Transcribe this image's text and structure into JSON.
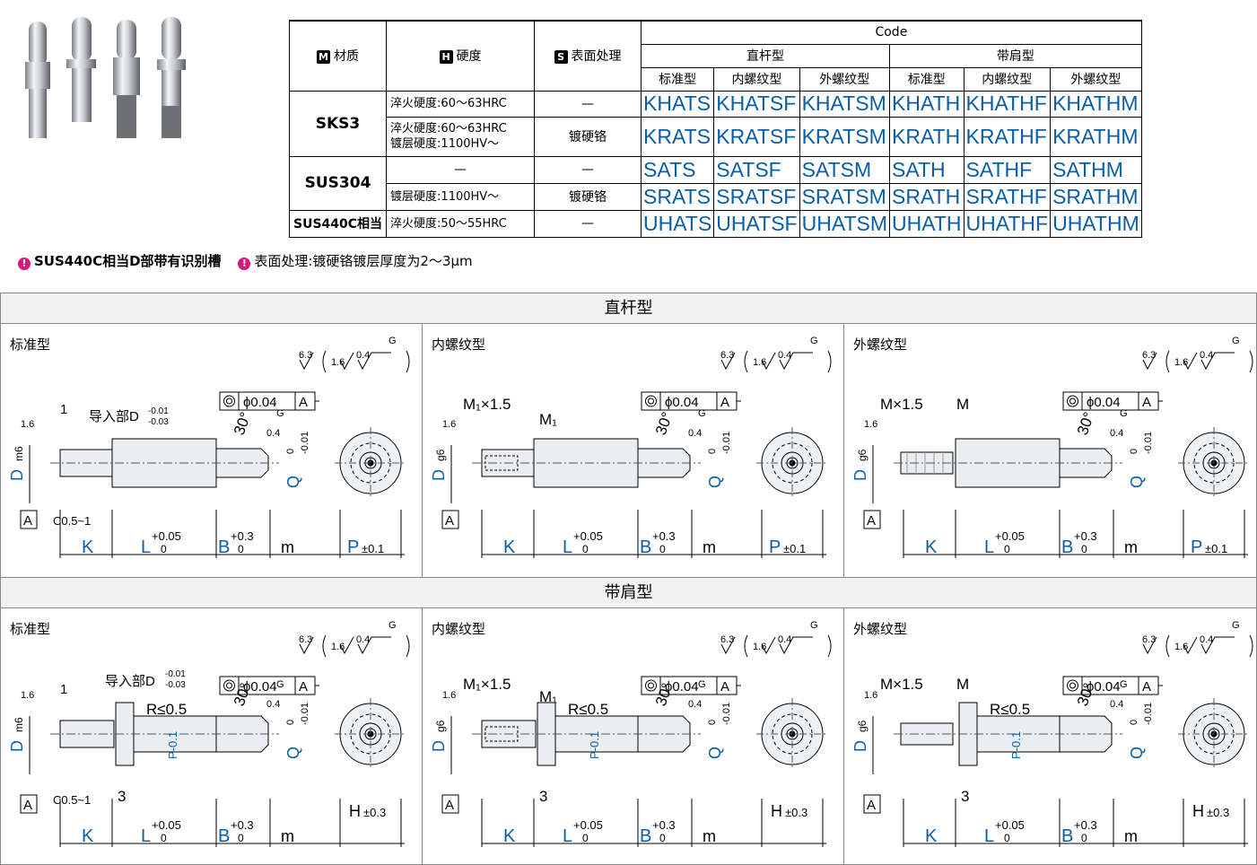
{
  "table": {
    "header": {
      "material": "材质",
      "material_badge": "M",
      "hardness": "硬度",
      "hardness_badge": "H",
      "surface": "表面处理",
      "surface_badge": "S",
      "code": "Code",
      "straight": "直杆型",
      "shoulder": "带肩型",
      "std": "标准型",
      "female": "内螺纹型",
      "male": "外螺纹型"
    },
    "rows": [
      {
        "material": "SKS3",
        "hardness": "淬火硬度:60～63HRC",
        "surface": "—",
        "codes": [
          "KHATS",
          "KHATSF",
          "KHATSM",
          "KHATH",
          "KHATHF",
          "KHATHM"
        ]
      },
      {
        "hardness1": "淬火硬度:60～63HRC",
        "hardness2": "镀层硬度:1100HV～",
        "surface": "镀硬铬",
        "codes": [
          "KRATS",
          "KRATSF",
          "KRATSM",
          "KRATH",
          "KRATHF",
          "KRATHM"
        ]
      },
      {
        "material": "SUS304",
        "hardness": "—",
        "surface": "—",
        "codes": [
          "SATS",
          "SATSF",
          "SATSM",
          "SATH",
          "SATHF",
          "SATHM"
        ]
      },
      {
        "hardness": "镀层硬度:1100HV～",
        "surface": "镀硬铬",
        "codes": [
          "SRATS",
          "SRATSF",
          "SRATSM",
          "SRATH",
          "SRATHF",
          "SRATHM"
        ]
      },
      {
        "material": "SUS440C相当",
        "hardness": "淬火硬度:50～55HRC",
        "surface": "—",
        "codes": [
          "UHATS",
          "UHATSF",
          "UHATSM",
          "UHATH",
          "UHATHF",
          "UHATHM"
        ]
      }
    ]
  },
  "notes": [
    "SUS440C相当D部带有识别槽",
    "表面处理:镀硬铬镀层厚度为2～3μm"
  ],
  "sections": {
    "straight": "直杆型",
    "shoulder": "带肩型"
  },
  "panels": {
    "std": "标准型",
    "female": "内螺纹型",
    "male": "外螺纹型"
  },
  "dims": {
    "rough1": "6.3",
    "rough2": "1.6",
    "rough3": "0.4",
    "g": "G",
    "conc": "ϕ0.04",
    "datum": "A",
    "dash1": "1",
    "intro": "导入部D",
    "intro_tol1": "-0.01",
    "intro_tol2": "-0.03",
    "d_label": "D",
    "dm6": "m6",
    "dg6": "g6",
    "c": "C0.5~1",
    "k": "K",
    "l": "L",
    "l_tol": "+0.05",
    "zero": "0",
    "b": "B",
    "b_tol": "+0.3",
    "m": "m",
    "p": "P",
    "p_tol": "±0.1",
    "q": "Q",
    "q_tol1": "0",
    "q_tol2": "-0.01",
    "angle": "30°",
    "m1": "M₁×1.5",
    "m1b": "M₁",
    "mx": "M×1.5",
    "mb": "M",
    "r": "R≤0.5",
    "three": "3",
    "h": "H",
    "h_tol": "±0.3",
    "p01": "P-0.1"
  }
}
